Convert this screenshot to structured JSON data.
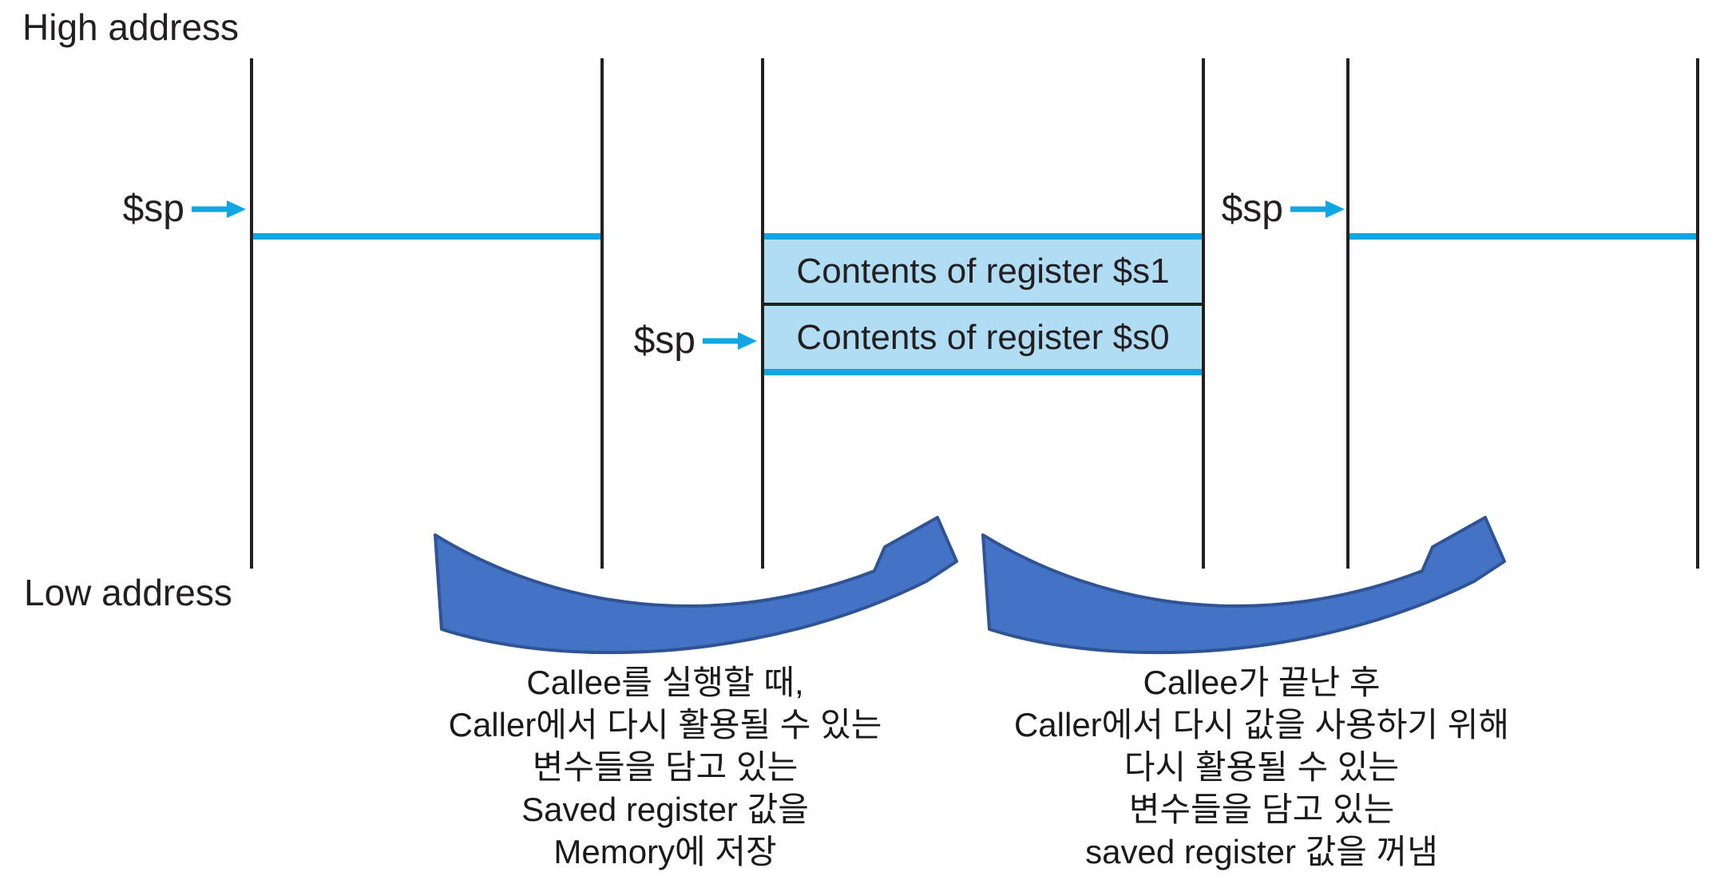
{
  "diagram": {
    "title_top": "High address",
    "title_bottom": "Low address",
    "stack_pointer_label": "$sp",
    "slots": {
      "s1": "Contents of register $s1",
      "s0": "Contents of register $s0"
    },
    "notes": {
      "save": [
        "Callee를 실행할 때,",
        "Caller에서 다시 활용될 수 있는",
        "변수들을 담고 있는",
        "Saved register 값을",
        "Memory에 저장"
      ],
      "restore": [
        "Callee가 끝난 후",
        "Caller에서 다시 값을 사용하기 위해",
        "다시 활용될 수 있는",
        "변수들을 담고 있는",
        "saved register 값을 꺼냄"
      ]
    },
    "colors": {
      "pointer_blue": "#0fa6e2",
      "slot_fill": "#b1ddf4",
      "arrow_fill": "#4472c4",
      "arrow_outline": "#2f5496",
      "ink": "#231f20"
    }
  }
}
